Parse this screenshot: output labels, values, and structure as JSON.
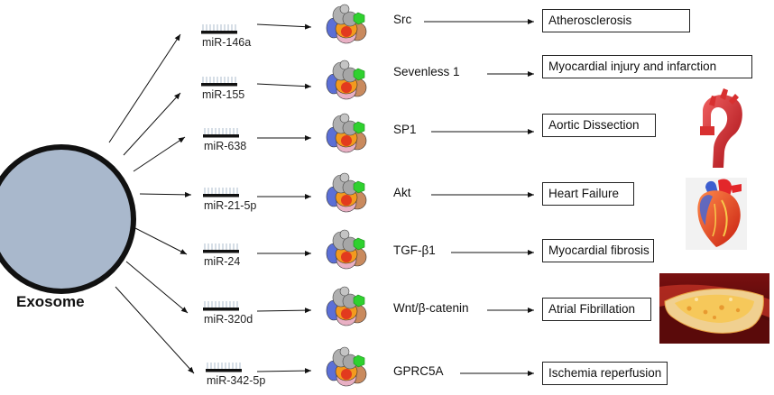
{
  "exosome": {
    "label": "Exosome"
  },
  "rows": [
    {
      "mirna": "miR-146a",
      "target": "Src",
      "disease": "Atherosclerosis"
    },
    {
      "mirna": "miR-155",
      "target": "Sevenless 1",
      "disease": "Myocardial injury and infarction"
    },
    {
      "mirna": "miR-638",
      "target": "SP1",
      "disease": "Aortic Dissection"
    },
    {
      "mirna": "miR-21-5p",
      "target": "Akt",
      "disease": "Heart Failure"
    },
    {
      "mirna": "miR-24",
      "target": "TGF-β1",
      "disease": "Myocardial fibrosis"
    },
    {
      "mirna": "miR-320d",
      "target": "Wnt/β-catenin",
      "disease": "Atrial Fibrillation"
    },
    {
      "mirna": "miR-342-5p",
      "target": "GPRC5A",
      "disease": "Ischemia reperfusion"
    }
  ],
  "colors": {
    "exosome_fill": "#a9b8cc",
    "exosome_stroke": "#111111",
    "protein_gray": "#b0b0b0",
    "protein_green": "#2fd12f",
    "protein_orange": "#f39a1e",
    "protein_blue": "#5b6fd6",
    "protein_brown": "#c98a5e",
    "protein_pink": "#e9b0c4",
    "protein_red": "#e23a1e"
  },
  "icons": [
    "aorta-icon",
    "heart-icon",
    "artery-plaque-icon"
  ]
}
